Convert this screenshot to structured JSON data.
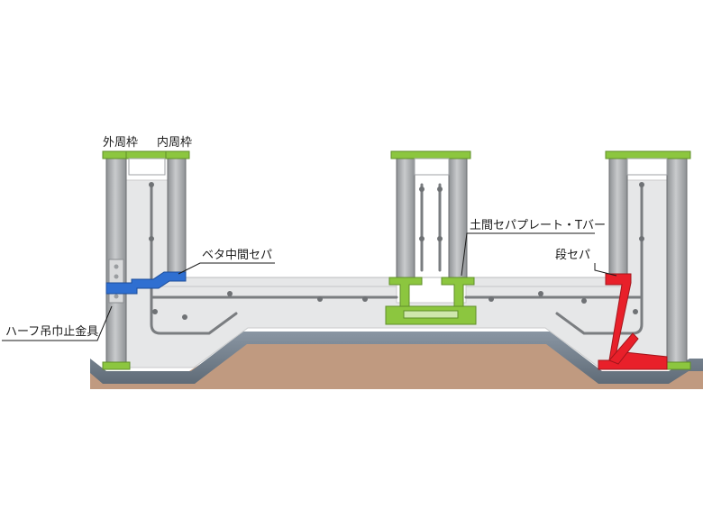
{
  "labels": {
    "outer_frame": "外周枠",
    "inner_frame": "内周枠",
    "beta_separator": "ベタ中間セパ",
    "earth_separator": "土間セパプレート・Tバー",
    "step_separator": "段セパ",
    "half_hanger": "ハーフ吊巾止金具"
  },
  "colors": {
    "concrete": "#e6e7e8",
    "steel": "#a8abae",
    "green_cap": "#8cc63f",
    "blue_bracket": "#2f6fd1",
    "red_separator": "#e8202a",
    "soil": "#c09a80",
    "ground_line": "#6e7a86"
  }
}
